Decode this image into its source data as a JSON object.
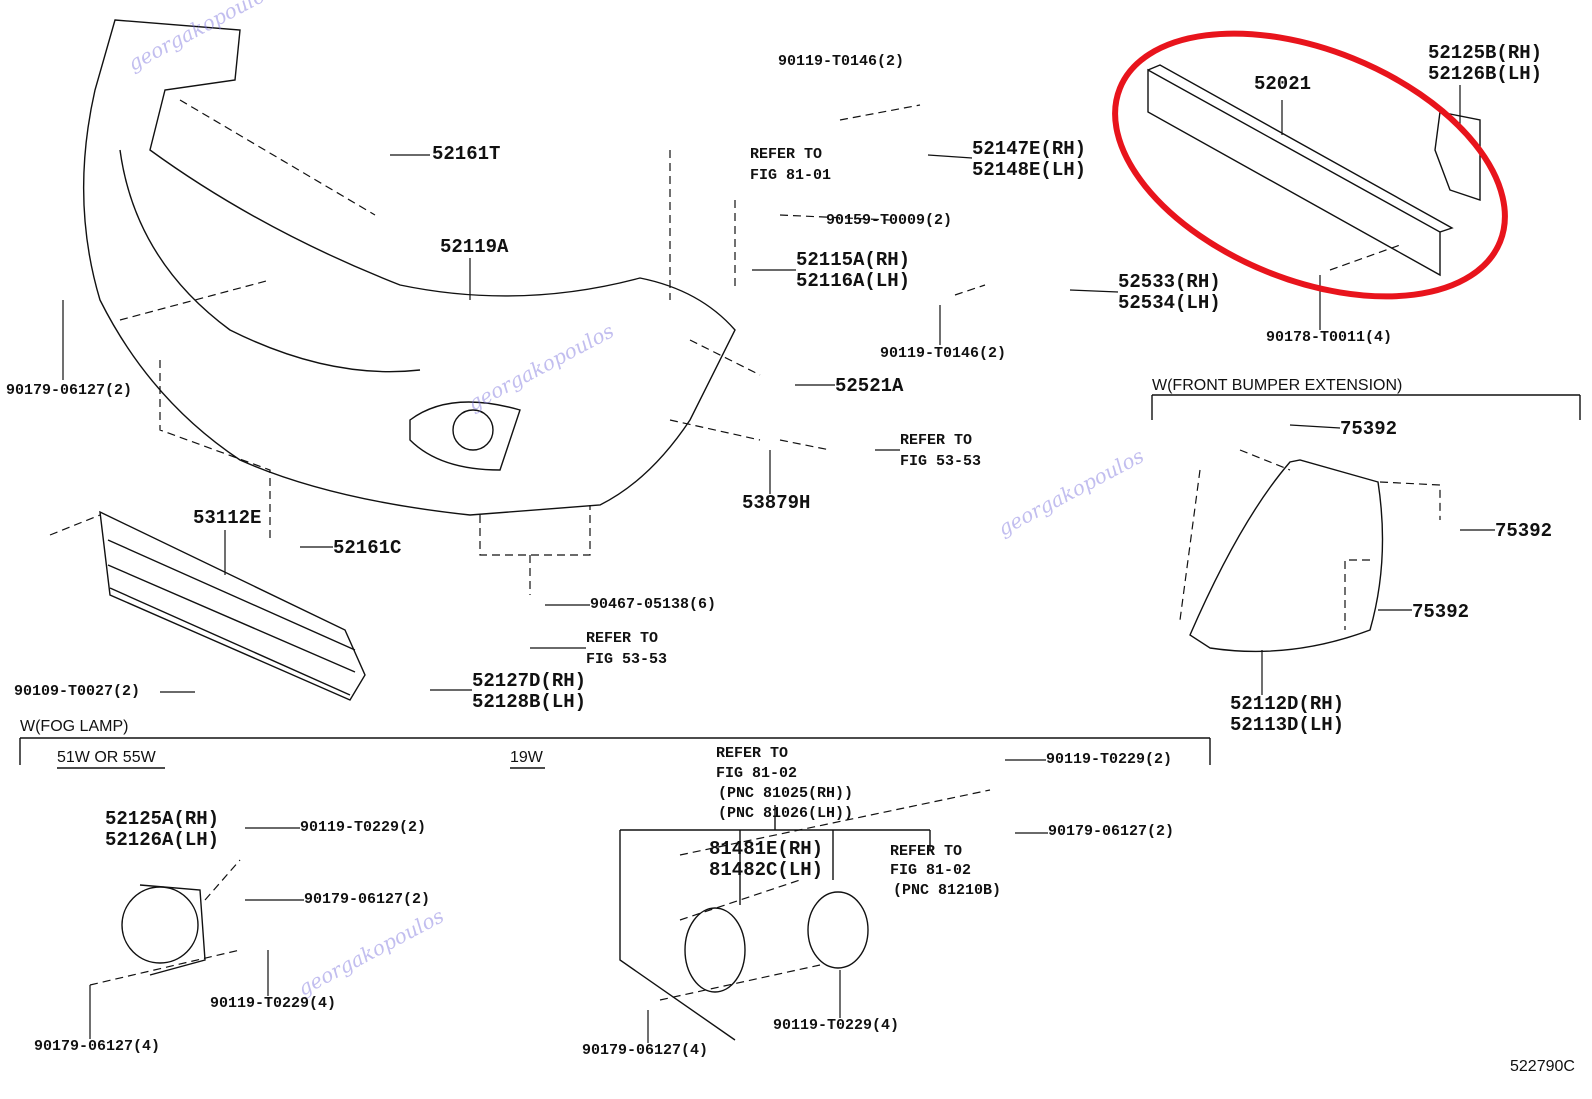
{
  "diagram": {
    "figure_code": "522790C",
    "highlight_color": "#e8141c",
    "watermark": "georgakopoulos",
    "sections": {
      "fog_lamp": "W(FOG LAMP)",
      "front_bumper_extension": "W(FRONT BUMPER EXTENSION)",
      "bulb_51w_55w": "51W OR 55W",
      "bulb_19w": "19W"
    },
    "labels": {
      "p90119_T0146_top": "90119-T0146(2)",
      "p52161T": "52161T",
      "refer_81_01": [
        "REFER TO",
        "FIG 81-01"
      ],
      "p52147E": [
        "52147E(RH)",
        "52148E(LH)"
      ],
      "p52021": "52021",
      "p52125B": [
        "52125B(RH)",
        "52126B(LH)"
      ],
      "p90159": "90159-T0009(2)",
      "p52119A": "52119A",
      "p52115A": [
        "52115A(RH)",
        "52116A(LH)"
      ],
      "p52533": [
        "52533(RH)",
        "52534(LH)"
      ],
      "p90119_T0146_mid": "90119-T0146(2)",
      "p90178": "90178-T0011(4)",
      "p90179_left": "90179-06127(2)",
      "p52521A": "52521A",
      "p75392_a": "75392",
      "refer_53_53_a": [
        "REFER TO",
        "FIG 53-53"
      ],
      "p53879H": "53879H",
      "p53112E": "53112E",
      "p75392_b": "75392",
      "p52161C": "52161C",
      "p90467": "90467-05138(6)",
      "p75392_c": "75392",
      "refer_53_53_b": [
        "REFER TO",
        "FIG 53-53"
      ],
      "p52127D": [
        "52127D(RH)",
        "52128B(LH)"
      ],
      "p90109": "90109-T0027(2)",
      "p52112D": [
        "52112D(RH)",
        "52113D(LH)"
      ],
      "refer_81_02_a": [
        "REFER TO",
        "FIG 81-02",
        "(PNC 81025(RH))",
        "(PNC 81026(LH))"
      ],
      "p90119_T0229_r": "90119-T0229(2)",
      "p52125A": [
        "52125A(RH)",
        "52126A(LH)"
      ],
      "p90119_T0229_l": "90119-T0229(2)",
      "p90179_r": "90179-06127(2)",
      "p81481E": [
        "81481E(RH)",
        "81482C(LH)"
      ],
      "refer_81_02_b": [
        "REFER TO",
        "FIG 81-02",
        "(PNC 81210B)"
      ],
      "p90179_l2": "90179-06127(2)",
      "p90119_T0229_l4": "90119-T0229(4)",
      "p90119_T0229_c4": "90119-T0229(4)",
      "p90179_l4": "90179-06127(4)",
      "p90179_c4": "90179-06127(4)"
    }
  }
}
